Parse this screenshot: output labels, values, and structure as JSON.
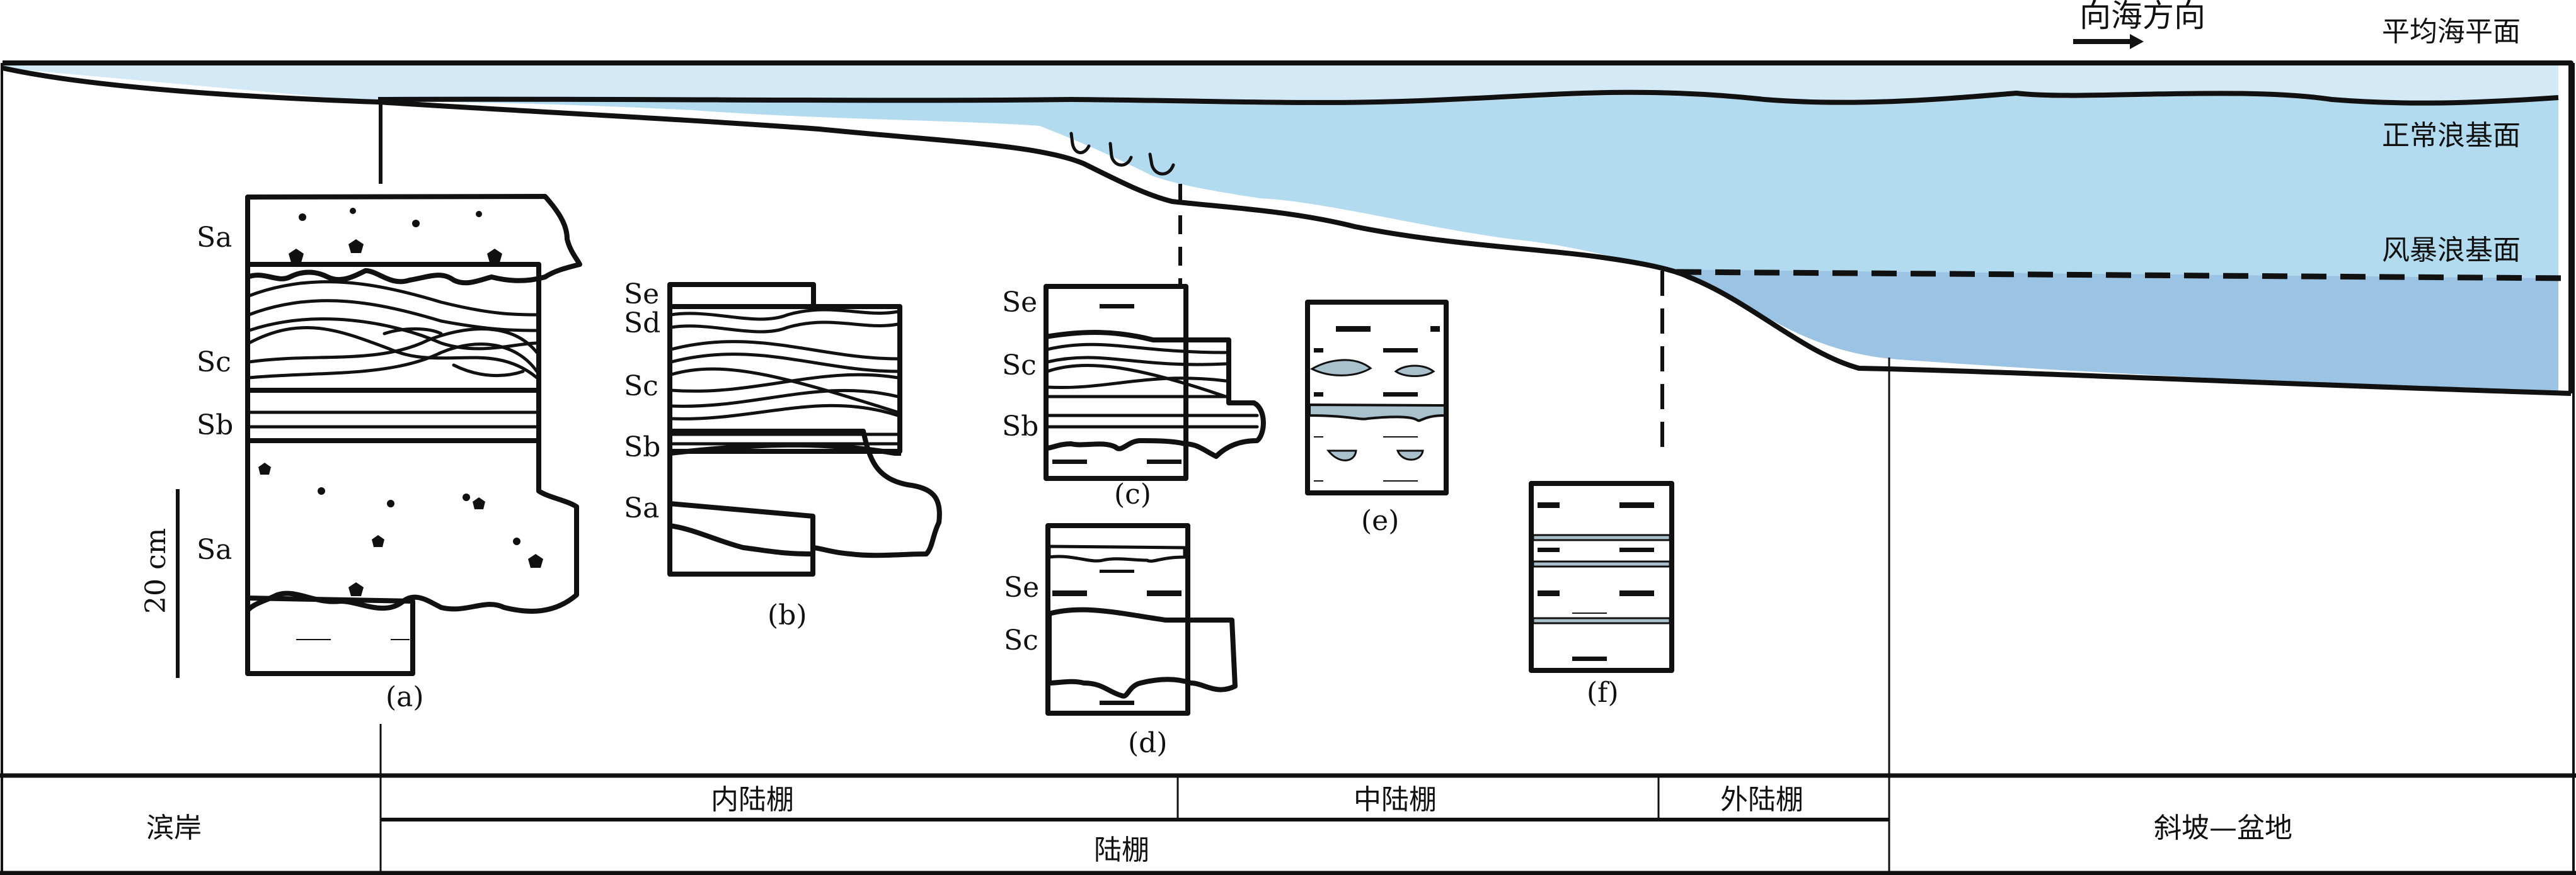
{
  "figure": {
    "direction_label": "向海方向",
    "levels": {
      "mean_sea_level": "平均海平面",
      "fair_weather_wave_base": "正常浪基面",
      "storm_wave_base": "风暴浪基面"
    },
    "colors": {
      "shallow_water": "#d3e9f6",
      "middle_water": "#b3dbef",
      "deep_water": "#9bc3e3",
      "sandstone_green": "#adc2ab",
      "sandstone_blue": "#a9c1cd",
      "mudstone": "#999999",
      "line": "#111111"
    },
    "scale_bar": "20 cm",
    "columns": [
      {
        "id": "a",
        "caption": "(a)",
        "units": [
          "Sa",
          "Sc",
          "Sb",
          "Sa"
        ]
      },
      {
        "id": "b",
        "caption": "(b)",
        "units": [
          "Se",
          "Sd",
          "Sc",
          "Sb",
          "Sa"
        ]
      },
      {
        "id": "c",
        "caption": "(c)",
        "units": [
          "Se",
          "Sc",
          "Sb"
        ]
      },
      {
        "id": "d",
        "caption": "(d)",
        "units": [
          "Se",
          "Sc"
        ]
      },
      {
        "id": "e",
        "caption": "(e)",
        "units": []
      },
      {
        "id": "f",
        "caption": "(f)",
        "units": []
      }
    ],
    "zones": {
      "shore": "滨岸",
      "inner_shelf": "内陆棚",
      "middle_shelf": "中陆棚",
      "outer_shelf": "外陆棚",
      "shelf": "陆棚",
      "slope_basin": "斜坡—盆地"
    }
  }
}
